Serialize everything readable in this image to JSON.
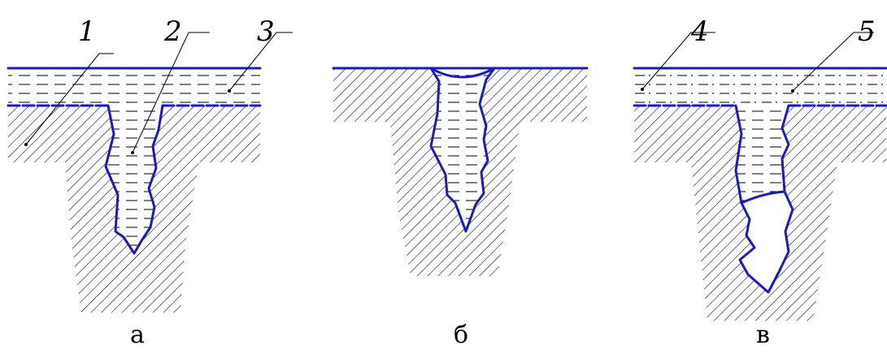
{
  "labels": {
    "n1": "1",
    "n2": "2",
    "n3": "3",
    "n4": "4",
    "n5": "5"
  },
  "panels": {
    "a": "а",
    "b": "б",
    "c": "в"
  },
  "colors": {
    "boundary": "#1a1acc",
    "hatch": "#000000"
  }
}
